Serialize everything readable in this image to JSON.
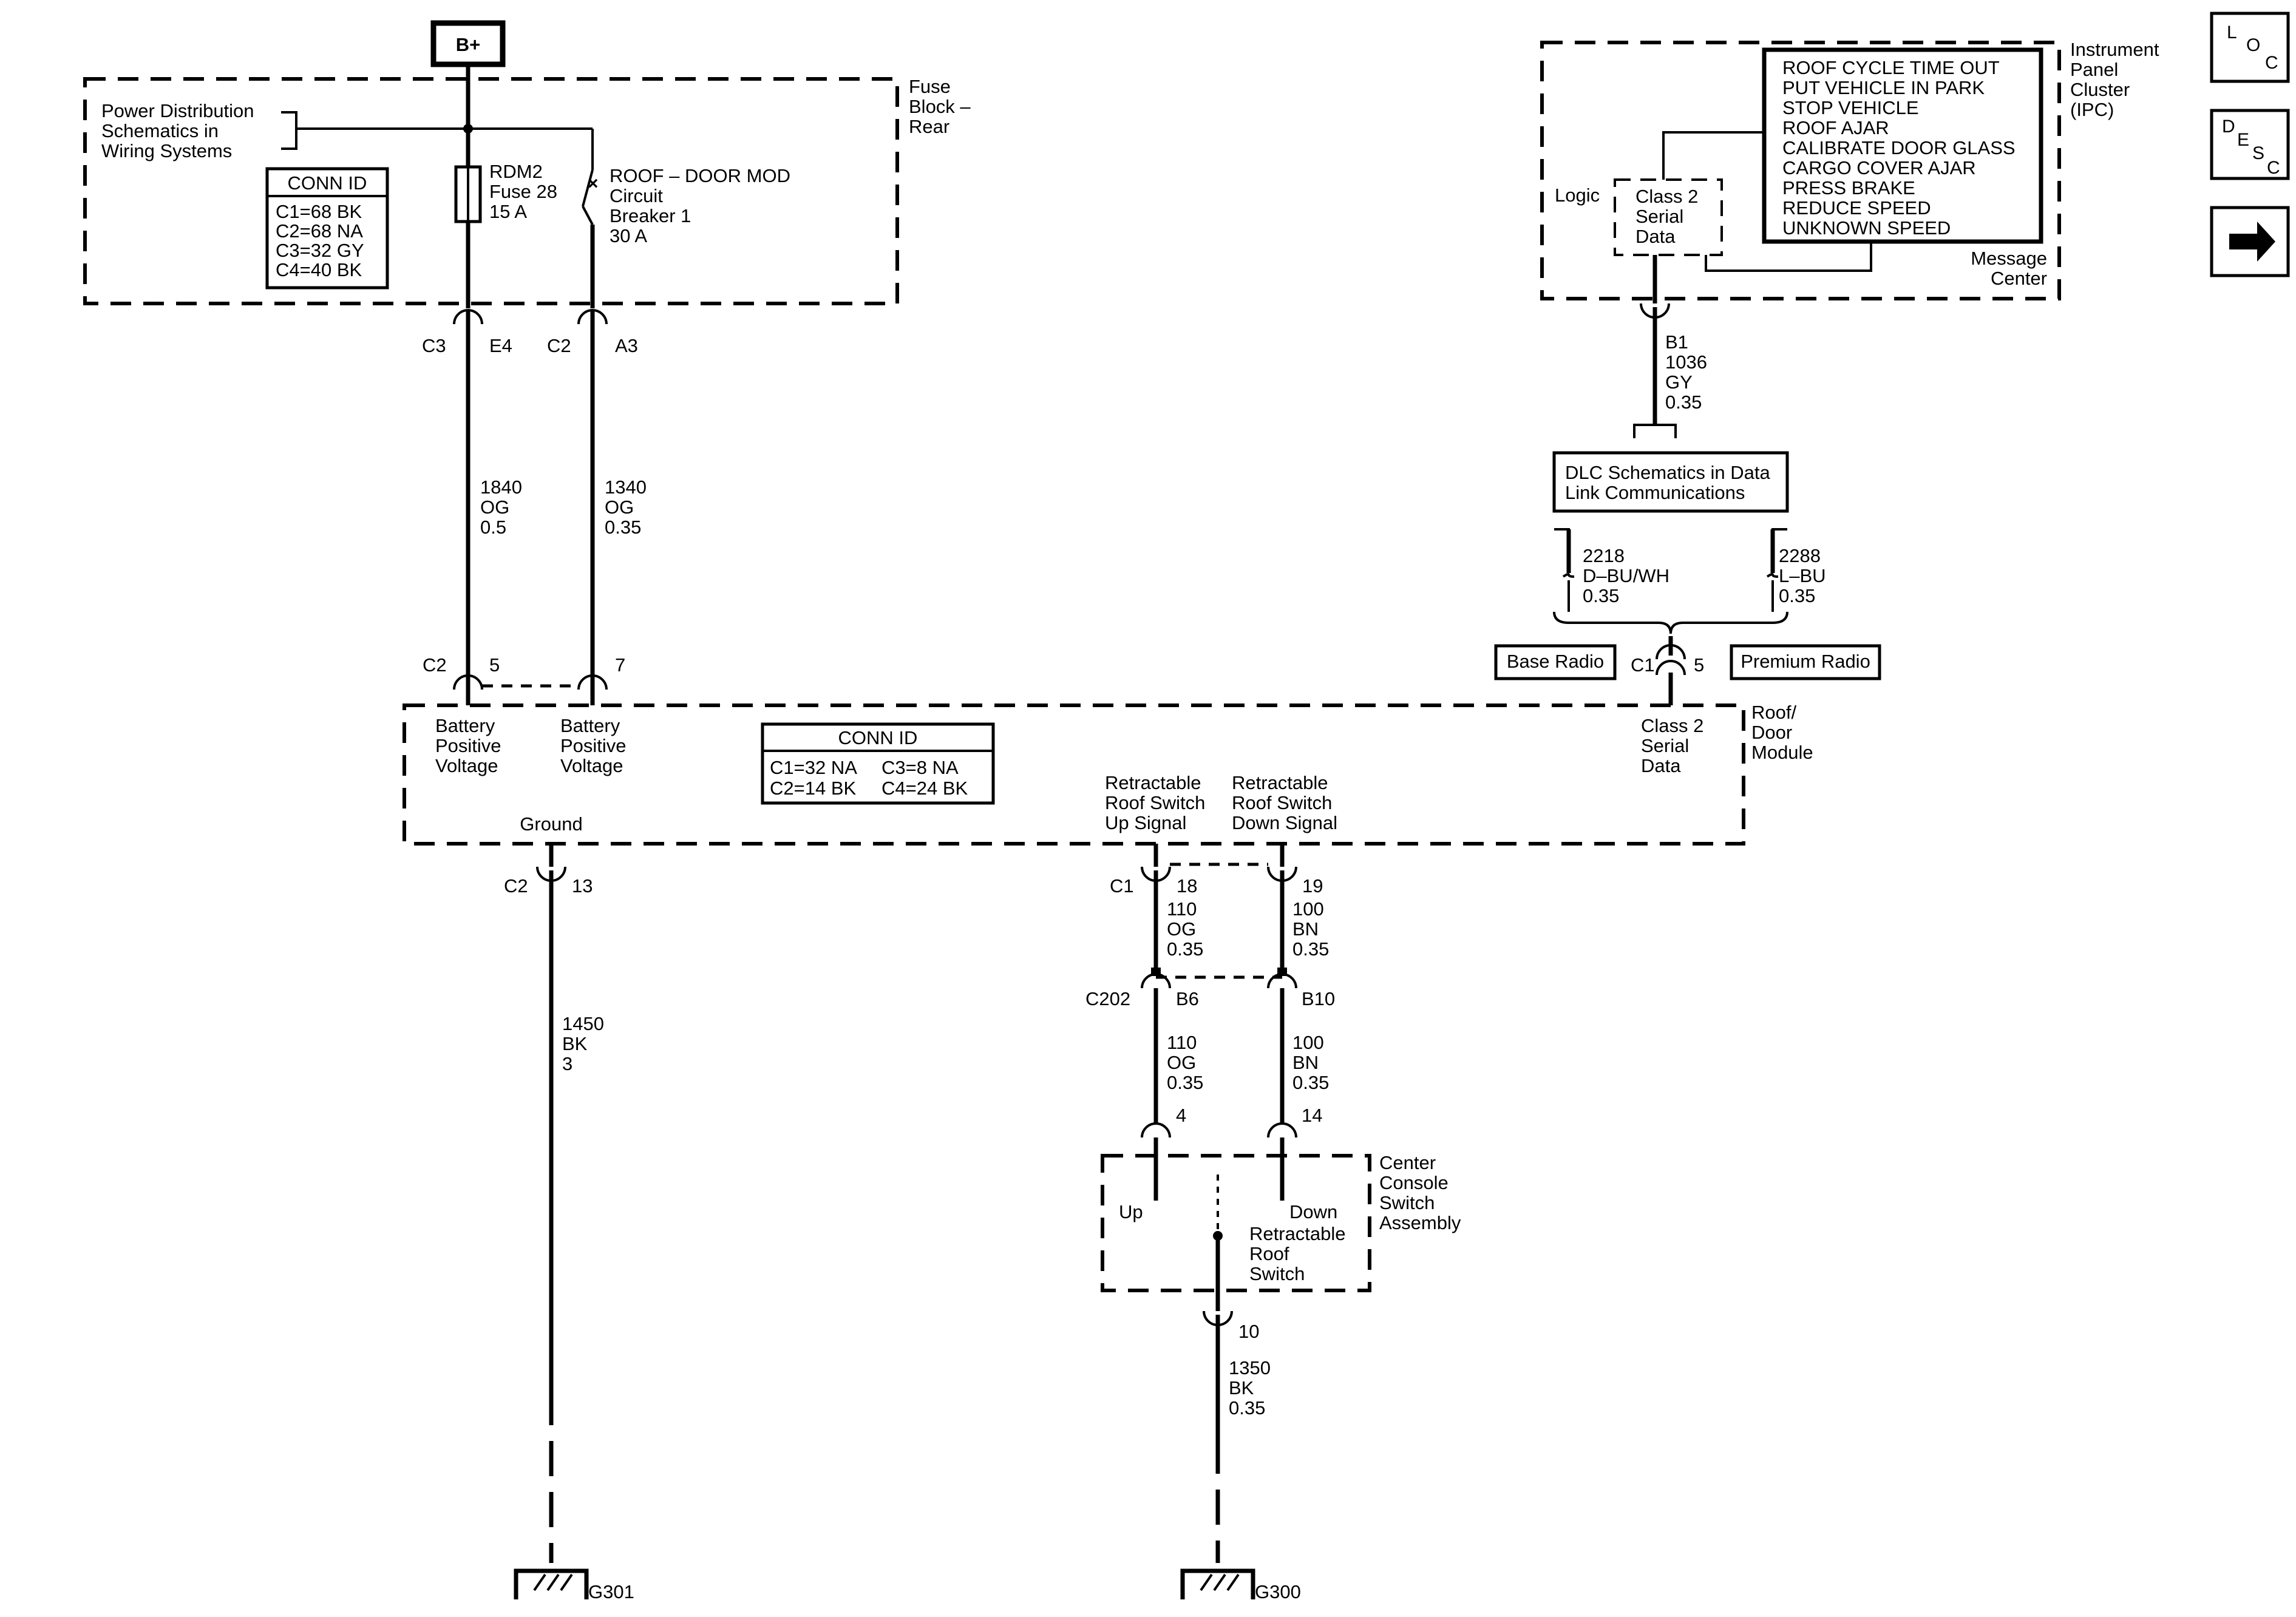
{
  "nav": {
    "loc": [
      "L",
      "O",
      "C"
    ],
    "desc": [
      "D",
      "E",
      "S",
      "C"
    ],
    "arrow_icon": "right-arrow-icon"
  },
  "power": {
    "b_plus": "B+",
    "pds_ref": [
      "Power Distribution",
      "Schematics in",
      "Wiring Systems"
    ],
    "fuse_block": [
      "Fuse",
      "Block –",
      "Rear"
    ],
    "fuse": [
      "RDM2",
      "Fuse 28",
      "15 A"
    ],
    "breaker": [
      "ROOF – DOOR MOD",
      "Circuit",
      "Breaker 1",
      "30 A"
    ],
    "conn_id_title": "CONN ID",
    "conn_id": [
      "C1=68 BK",
      "C2=68 NA",
      "C3=32 GY",
      "C4=40 BK"
    ],
    "fuse_conn": [
      "C3",
      "E4"
    ],
    "breaker_conn": [
      "C2",
      "A3"
    ]
  },
  "wires": {
    "w1840": [
      "1840",
      "OG",
      "0.5"
    ],
    "w1340": [
      "1340",
      "OG",
      "0.35"
    ],
    "w1036": [
      "B1",
      "1036",
      "GY",
      "0.35"
    ],
    "w2218": [
      "2218",
      "D–BU/WH",
      "0.35"
    ],
    "w2288": [
      "2288",
      "L–BU",
      "0.35"
    ],
    "w1450": [
      "1450",
      "BK",
      "3"
    ],
    "w110a": [
      "110",
      "OG",
      "0.35"
    ],
    "w100a": [
      "100",
      "BN",
      "0.35"
    ],
    "w110b": [
      "110",
      "OG",
      "0.35"
    ],
    "w100b": [
      "100",
      "BN",
      "0.35"
    ],
    "w1350": [
      "1350",
      "BK",
      "0.35"
    ]
  },
  "ipc": {
    "title": [
      "Instrument",
      "Panel",
      "Cluster",
      "(IPC)"
    ],
    "logic": "Logic",
    "serial": [
      "Class 2",
      "Serial",
      "Data"
    ],
    "message_center": [
      "Message",
      "Center"
    ],
    "messages": [
      "ROOF CYCLE TIME OUT",
      "PUT VEHICLE IN PARK",
      "STOP VEHICLE",
      "ROOF AJAR",
      "CALIBRATE DOOR GLASS",
      "CARGO COVER AJAR",
      "PRESS BRAKE",
      "REDUCE SPEED",
      "UNKNOWN SPEED"
    ]
  },
  "dlc": {
    "label": [
      "DLC Schematics in Data",
      "Link Communications"
    ],
    "base_radio": "Base Radio",
    "premium_radio": "Premium Radio",
    "conn": [
      "C1",
      "5"
    ]
  },
  "module": {
    "title": [
      "Roof/",
      "Door",
      "Module"
    ],
    "conn_top_left": [
      "C2",
      "5",
      "7"
    ],
    "bat1": [
      "Battery",
      "Positive",
      "Voltage"
    ],
    "bat2": [
      "Battery",
      "Positive",
      "Voltage"
    ],
    "conn_id_title": "CONN ID",
    "conn_id": [
      "C1=32 NA",
      "C3=8 NA",
      "C2=14 BK",
      "C4=24 BK"
    ],
    "serial": [
      "Class 2",
      "Serial",
      "Data"
    ],
    "up_signal": [
      "Retractable",
      "Roof Switch",
      "Up Signal"
    ],
    "down_signal": [
      "Retractable",
      "Roof Switch",
      "Down Signal"
    ],
    "ground": "Ground",
    "ground_conn": [
      "C2",
      "13"
    ],
    "sw_conn": [
      "C1",
      "18",
      "19"
    ]
  },
  "c202": [
    "C202",
    "B6",
    "B10"
  ],
  "console": {
    "title": [
      "Center",
      "Console",
      "Switch",
      "Assembly"
    ],
    "pins": [
      "4",
      "14",
      "10"
    ],
    "up": "Up",
    "down": "Down",
    "switch": [
      "Retractable",
      "Roof",
      "Switch"
    ]
  },
  "grounds": [
    "G301",
    "G300"
  ]
}
